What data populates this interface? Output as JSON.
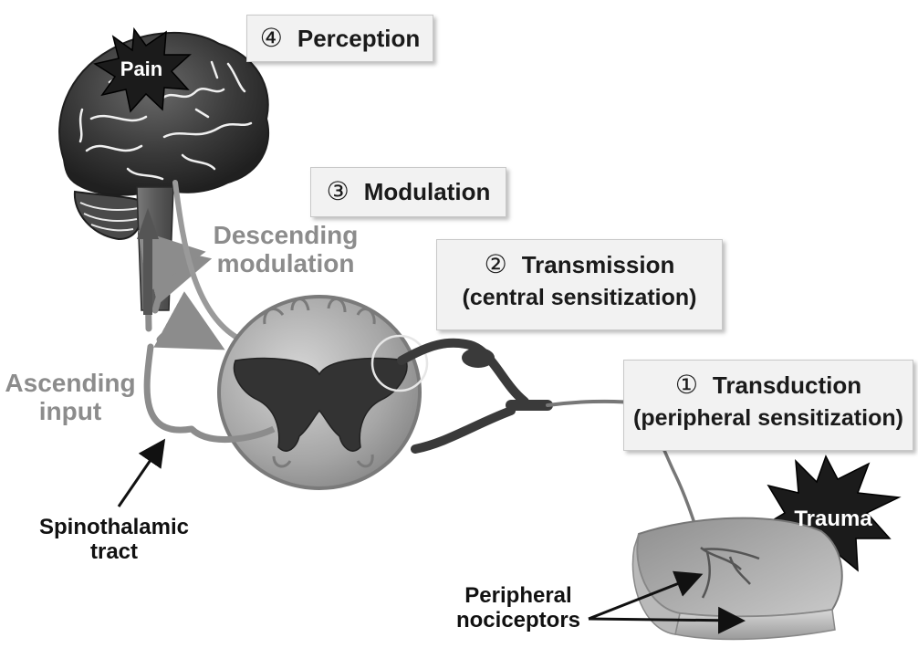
{
  "steps": [
    {
      "number": "④",
      "title": "Perception",
      "subtitle": ""
    },
    {
      "number": "③",
      "title": "Modulation",
      "subtitle": ""
    },
    {
      "number": "②",
      "title": "Transmission",
      "subtitle": "(central sensitization)"
    },
    {
      "number": "①",
      "title": "Transduction",
      "subtitle": "(peripheral sensitization)"
    }
  ],
  "labels": {
    "pain": "Pain",
    "trauma": "Trauma",
    "descending_line1": "Descending",
    "descending_line2": "modulation",
    "ascending_line1": "Ascending",
    "ascending_line2": "input",
    "spinothalamic_line1": "Spinothalamic",
    "spinothalamic_line2": "tract",
    "peripheral_line1": "Peripheral",
    "peripheral_line2": "nociceptors"
  },
  "colors": {
    "pathway_gray": "#8c8c8c",
    "brain_dark": "#3d3d3d",
    "label_box_bg": "#f2f2f2"
  }
}
